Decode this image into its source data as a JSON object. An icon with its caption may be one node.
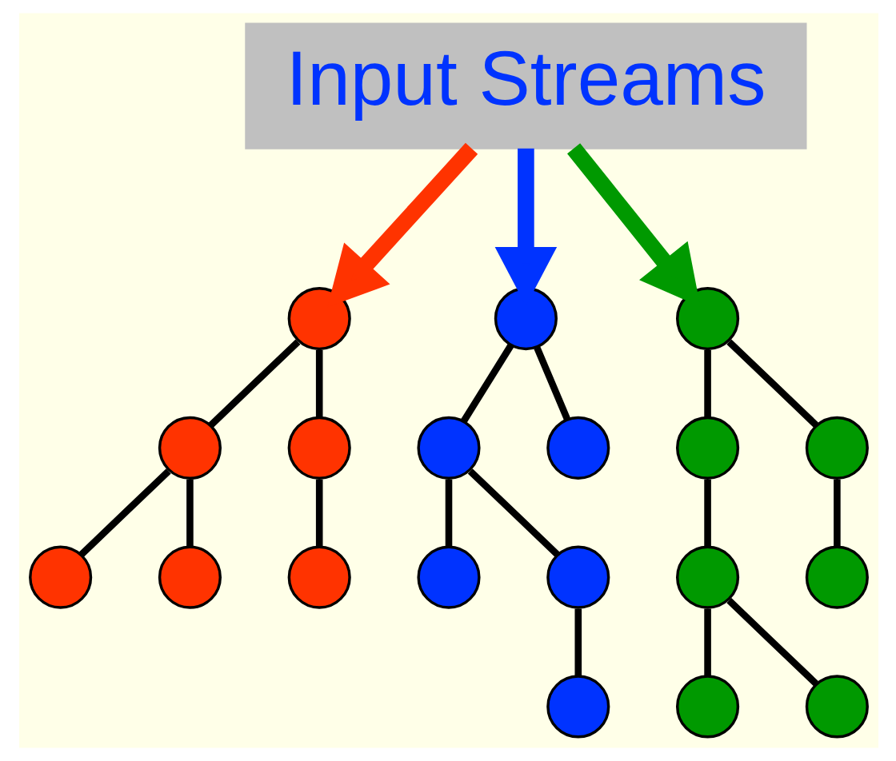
{
  "diagram": {
    "nodes": [
      {
        "text": [
          "Input Streams"
        ]
      },
      {
        "text": [],
        "shape": "circle"
      },
      {
        "text": [],
        "shape": "circle"
      },
      {
        "text": [],
        "shape": "circle"
      },
      {
        "text": [],
        "shape": "circle"
      },
      {
        "text": [],
        "shape": "circle"
      },
      {
        "text": [],
        "shape": "circle"
      },
      {
        "text": [],
        "shape": "circle"
      },
      {
        "text": [],
        "shape": "circle"
      },
      {
        "text": [],
        "shape": "circle"
      },
      {
        "text": [],
        "shape": "circle"
      },
      {
        "text": [],
        "shape": "circle"
      },
      {
        "text": [],
        "shape": "circle"
      },
      {
        "text": [],
        "shape": "circle"
      },
      {
        "text": [],
        "shape": "circle"
      },
      {
        "text": [],
        "shape": "circle"
      },
      {
        "text": [],
        "shape": "circle"
      },
      {
        "text": [],
        "shape": "circle"
      },
      {
        "text": [],
        "shape": "circle"
      },
      {
        "text": [],
        "shape": "circle"
      }
    ],
    "edges": [
      {
        "from": 0,
        "to": 1,
        "arrow": "to",
        "style": "thick",
        "color": "#ff3300"
      },
      {
        "from": 0,
        "to": 7,
        "arrow": "to",
        "style": "thick",
        "color": "#0033ff"
      },
      {
        "from": 0,
        "to": 13,
        "arrow": "to",
        "style": "thick",
        "color": "#009900"
      },
      {
        "from": 1,
        "to": 2,
        "arrow": "none"
      },
      {
        "from": 1,
        "to": 3,
        "arrow": "none"
      },
      {
        "from": 2,
        "to": 4,
        "arrow": "none"
      },
      {
        "from": 2,
        "to": 5,
        "arrow": "none"
      },
      {
        "from": 3,
        "to": 6,
        "arrow": "none"
      },
      {
        "from": 7,
        "to": 8,
        "arrow": "none"
      },
      {
        "from": 7,
        "to": 9,
        "arrow": "none"
      },
      {
        "from": 8,
        "to": 10,
        "arrow": "none"
      },
      {
        "from": 8,
        "to": 11,
        "arrow": "none"
      },
      {
        "from": 11,
        "to": 12,
        "arrow": "none"
      },
      {
        "from": 13,
        "to": 14,
        "arrow": "none"
      },
      {
        "from": 13,
        "to": 15,
        "arrow": "none"
      },
      {
        "from": 14,
        "to": 16,
        "arrow": "none"
      },
      {
        "from": 15,
        "to": 17,
        "arrow": "none"
      },
      {
        "from": 16,
        "to": 18,
        "arrow": "none"
      },
      {
        "from": 16,
        "to": 19,
        "arrow": "none"
      }
    ]
  }
}
